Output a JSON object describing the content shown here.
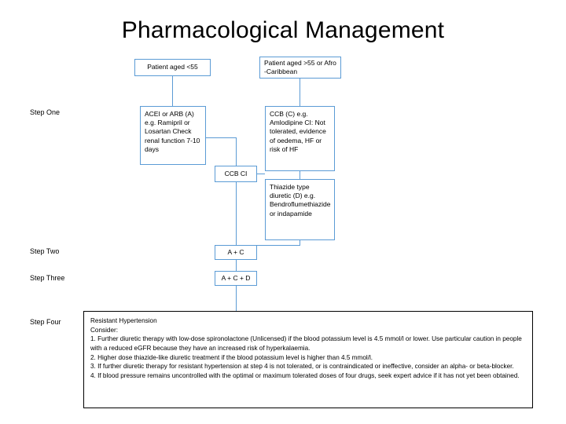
{
  "title": "Pharmacological Management",
  "header_boxes": {
    "left": "Patient aged <55",
    "right": "Patient aged >55 or Afro -Caribbean"
  },
  "steps": {
    "one": "Step One",
    "two": "Step Two",
    "three": "Step Three",
    "four": "Step Four"
  },
  "boxes": {
    "acei": "ACEI or ARB (A) e.g. Ramipril or Losartan Check renal function 7-10 days",
    "ccb": "CCB (C) e.g. Amlodipine CI: Not tolerated, evidence of oedema, HF or risk of HF",
    "ccb_ci": "CCB CI",
    "thiazide": "Thiazide type diuretic (D) e.g. Bendroflumethiazide or indapamide",
    "a_plus_c": "A + C",
    "a_plus_c_plus_d": "A + C + D"
  },
  "resistant": {
    "heading": "Resistant Hypertension",
    "consider": "Consider:",
    "items": [
      "1. Further diuretic therapy with low-dose spironolactone (Unlicensed) if the blood potassium level is 4.5 mmol/l or lower. Use particular caution in people with a reduced eGFR because they have an increased risk of hyperkalaemia.",
      "2. Higher dose thiazide-like diuretic treatment if the blood potassium level is higher than 4.5 mmol/l.",
      "3. If further diuretic therapy for resistant hypertension at step 4 is not tolerated, or is contraindicated or ineffective, consider an alpha- or beta-blocker.",
      "4. If blood pressure remains uncontrolled with the optimal or maximum tolerated doses of four drugs, seek expert advice if it has not yet been obtained."
    ]
  },
  "colors": {
    "accent": "#5b9bd5",
    "text": "#000000",
    "background": "#ffffff"
  }
}
